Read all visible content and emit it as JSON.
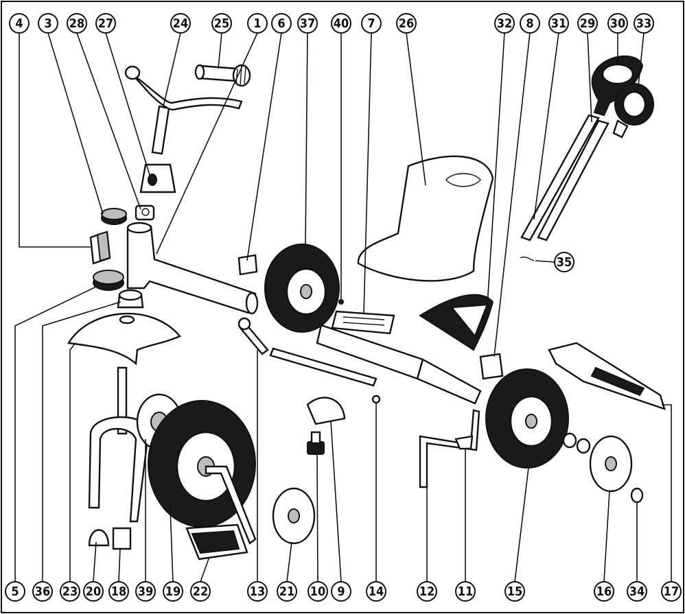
{
  "callouts": {
    "top": [
      "4",
      "3",
      "28",
      "27",
      "24",
      "25",
      "1",
      "6",
      "37",
      "40",
      "7",
      "26",
      "32",
      "8",
      "31",
      "29",
      "30",
      "33"
    ],
    "bottom": [
      "5",
      "36",
      "23",
      "20",
      "18",
      "39",
      "19",
      "22",
      "13",
      "21",
      "10",
      "9",
      "14",
      "12",
      "11",
      "15",
      "16",
      "34",
      "17"
    ],
    "side": [
      "35"
    ]
  },
  "colors": {
    "ink": "#111111",
    "paper": "#ffffff",
    "tyre": "#1a1a1a",
    "shade": "#bdbdbd"
  }
}
